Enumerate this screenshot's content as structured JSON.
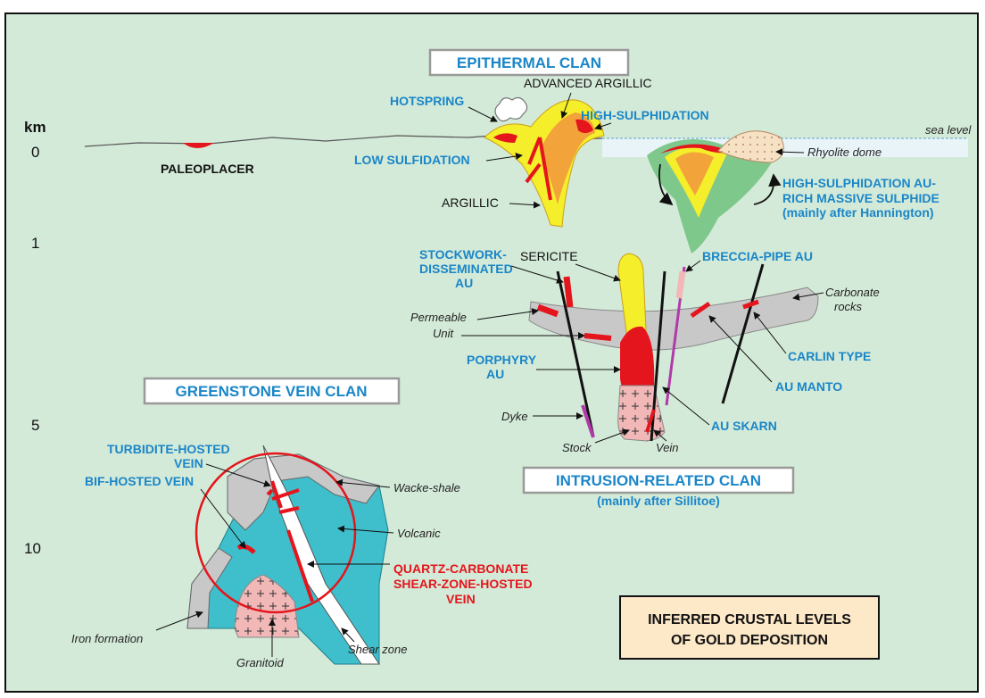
{
  "depth_axis": {
    "unit": "km",
    "ticks": [
      "0",
      "1",
      "5",
      "10"
    ]
  },
  "clans": {
    "epithermal": "EPITHERMAL CLAN",
    "greenstone": "GREENSTONE VEIN CLAN",
    "intrusion": "INTRUSION-RELATED CLAN",
    "intrusion_note": "(mainly after Sillitoe)"
  },
  "labels": {
    "paleoplacer": "PALEOPLACER",
    "hotspring": "HOTSPRING",
    "advanced_argillic": "ADVANCED ARGILLIC",
    "high_sulphidation": "HIGH-SULPHIDATION",
    "low_sulfidation": "LOW SULFIDATION",
    "sea_level": "sea level",
    "rhyolite_dome": "Rhyolite dome",
    "hs_massive_1": "HIGH-SULPHIDATION AU-",
    "hs_massive_2": "RICH MASSIVE SULPHIDE",
    "hs_massive_note": "(mainly after Hannington)",
    "argillic": "ARGILLIC",
    "sericite": "SERICITE",
    "stockwork_1": "STOCKWORK-",
    "stockwork_2": "DISSEMINATED",
    "stockwork_3": "AU",
    "breccia_pipe": "BRECCIA-PIPE AU",
    "carbonate_1": "Carbonate",
    "carbonate_2": "rocks",
    "permeable_1": "Permeable",
    "permeable_2": "Unit",
    "carlin": "CARLIN TYPE",
    "porphyry_1": "PORPHYRY",
    "porphyry_2": "AU",
    "au_manto": "AU MANTO",
    "dyke": "Dyke",
    "au_skarn": "AU SKARN",
    "stock": "Stock",
    "vein": "Vein",
    "turbidite_1": "TURBIDITE-HOSTED",
    "turbidite_2": "VEIN",
    "bif": "BIF-HOSTED VEIN",
    "wacke_shale": "Wacke-shale",
    "volcanic": "Volcanic",
    "quartz_1": "QUARTZ-CARBONATE",
    "quartz_2": "SHEAR-ZONE-HOSTED",
    "quartz_3": "VEIN",
    "iron_formation": "Iron formation",
    "granitoid": "Granitoid",
    "shear_zone": "Shear zone"
  },
  "title_box": {
    "line1": "INFERRED CRUSTAL LEVELS",
    "line2": "OF GOLD DEPOSITION"
  },
  "colors": {
    "background": "#d4ead8",
    "ore": "#e4151c",
    "alteration_yellow": "#f5ee2a",
    "argillic_orange": "#f2a33a",
    "volcanic_teal": "#3fbfcc",
    "granite_pink": "#f2b8b8",
    "carbonate_gray": "#c8c8c8",
    "label_blue": "#1a86c8"
  }
}
